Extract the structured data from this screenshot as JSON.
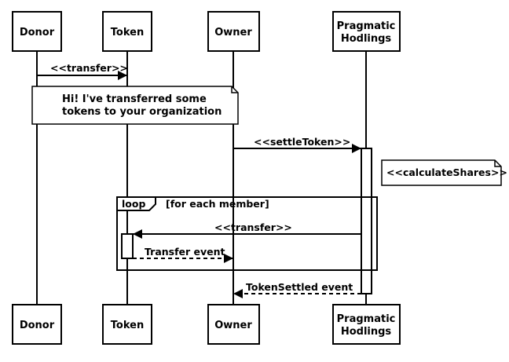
{
  "participants": [
    {
      "id": "donor",
      "label": [
        "Donor"
      ]
    },
    {
      "id": "token",
      "label": [
        "Token"
      ]
    },
    {
      "id": "owner",
      "label": [
        "Owner"
      ]
    },
    {
      "id": "pragmatic",
      "label": [
        "Pragmatic",
        "Hodlings"
      ]
    }
  ],
  "messages": {
    "transfer_1": "<<transfer>>",
    "settle_token": "<<settleToken>>",
    "transfer_2": "<<transfer>>",
    "transfer_event": "Transfer event",
    "token_settled_event": "TokenSettled event"
  },
  "notes": {
    "donor_note": [
      "Hi! I've transferred some",
      "tokens to your organization"
    ],
    "calculate_shares": "<<calculateShares>>"
  },
  "loop": {
    "keyword": "loop",
    "condition": "[for each member]"
  }
}
